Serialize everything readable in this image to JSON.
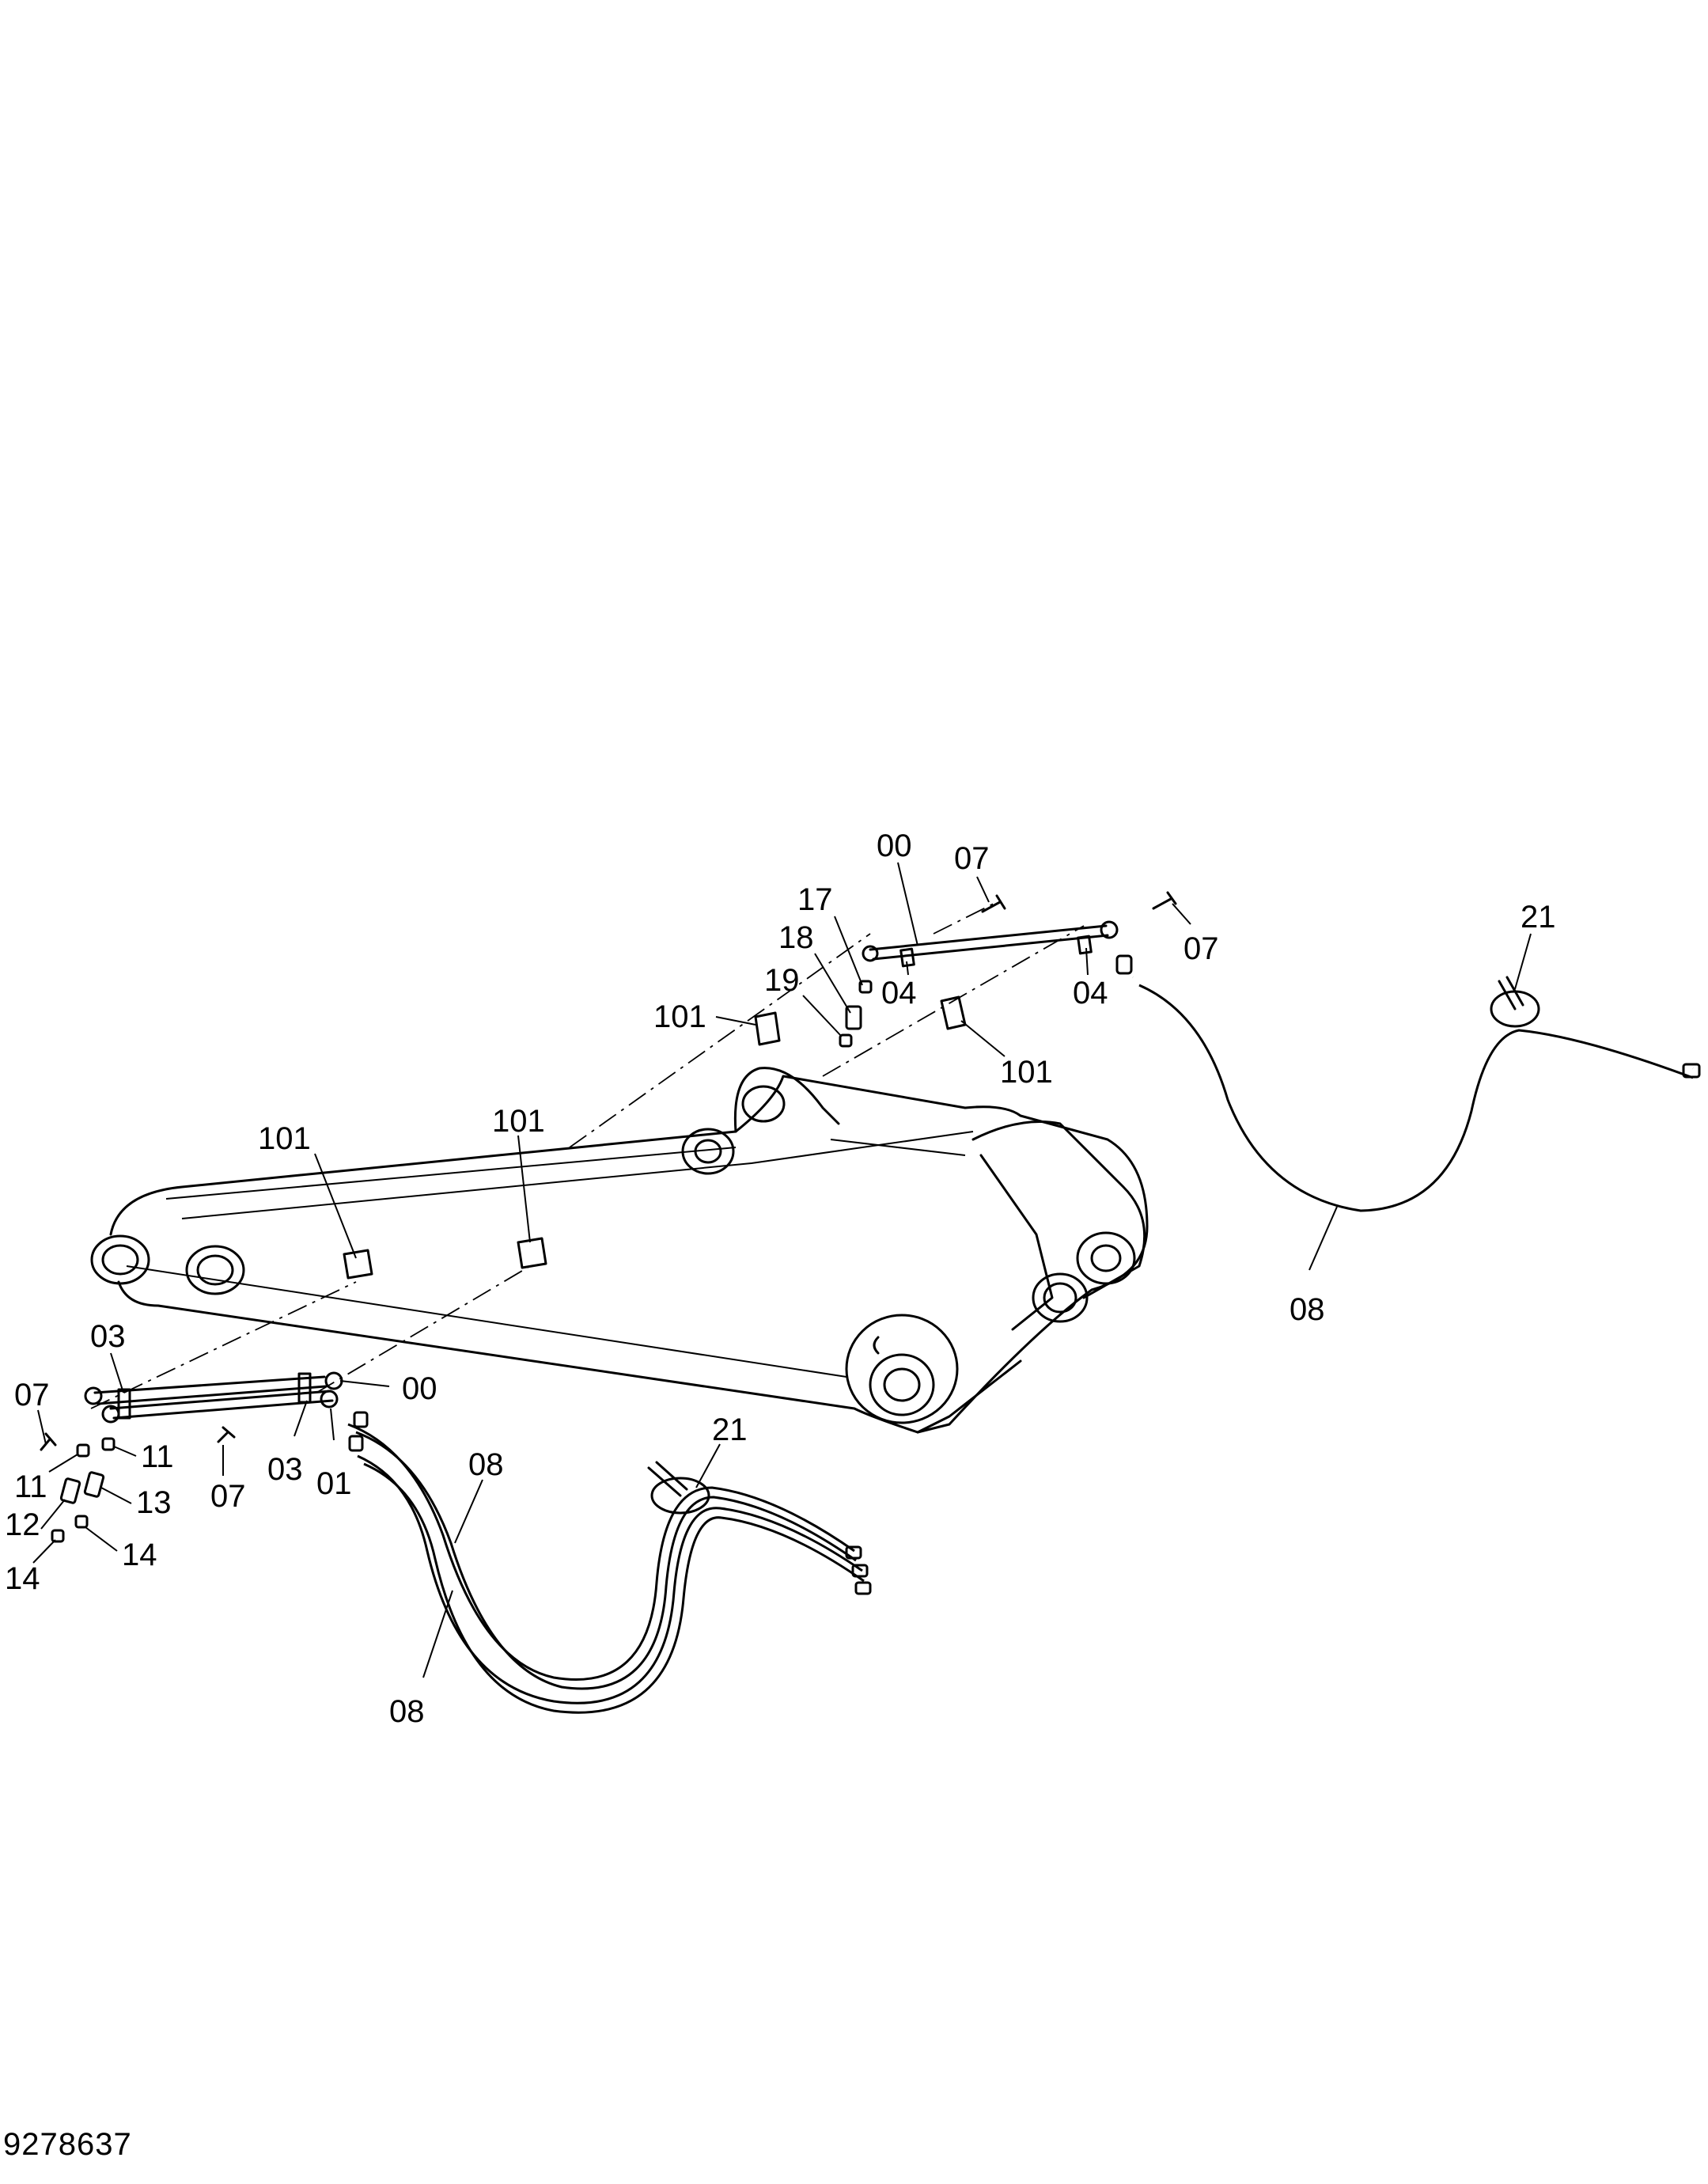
{
  "drawing_number": "9278637",
  "callouts": [
    {
      "id": "c-00-top",
      "text": "00"
    },
    {
      "id": "c-07-top",
      "text": "07"
    },
    {
      "id": "c-17",
      "text": "17"
    },
    {
      "id": "c-18",
      "text": "18"
    },
    {
      "id": "c-19",
      "text": "19"
    },
    {
      "id": "c-101-a",
      "text": "101"
    },
    {
      "id": "c-04-a",
      "text": "04"
    },
    {
      "id": "c-04-b",
      "text": "04"
    },
    {
      "id": "c-101-b",
      "text": "101"
    },
    {
      "id": "c-07-right",
      "text": "07"
    },
    {
      "id": "c-21-right",
      "text": "21"
    },
    {
      "id": "c-08-right",
      "text": "08"
    },
    {
      "id": "c-101-c",
      "text": "101"
    },
    {
      "id": "c-101-d",
      "text": "101"
    },
    {
      "id": "c-03-top",
      "text": "03"
    },
    {
      "id": "c-07-left",
      "text": "07"
    },
    {
      "id": "c-00-bottom",
      "text": "00"
    },
    {
      "id": "c-11-a",
      "text": "11"
    },
    {
      "id": "c-11-b",
      "text": "11"
    },
    {
      "id": "c-13",
      "text": "13"
    },
    {
      "id": "c-12",
      "text": "12"
    },
    {
      "id": "c-14-a",
      "text": "14"
    },
    {
      "id": "c-14-b",
      "text": "14"
    },
    {
      "id": "c-07-bottom",
      "text": "07"
    },
    {
      "id": "c-03-bottom",
      "text": "03"
    },
    {
      "id": "c-01",
      "text": "01"
    },
    {
      "id": "c-08-a",
      "text": "08"
    },
    {
      "id": "c-21-bottom",
      "text": "21"
    },
    {
      "id": "c-08-b",
      "text": "08"
    }
  ]
}
